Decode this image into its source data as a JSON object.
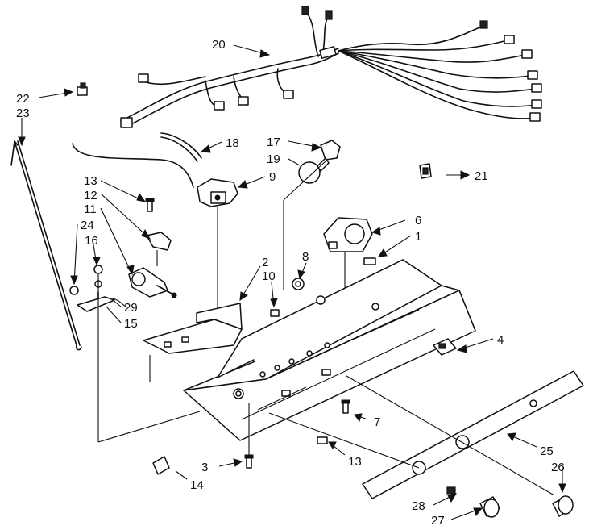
{
  "callouts": [
    {
      "id": "c1",
      "text": "1"
    },
    {
      "id": "c2",
      "text": "2"
    },
    {
      "id": "c3",
      "text": "3"
    },
    {
      "id": "c4",
      "text": "4"
    },
    {
      "id": "c5",
      "text": "6"
    },
    {
      "id": "c6",
      "text": "7"
    },
    {
      "id": "c7",
      "text": "8"
    },
    {
      "id": "c8",
      "text": "9"
    },
    {
      "id": "c9",
      "text": "10"
    },
    {
      "id": "c10",
      "text": "11"
    },
    {
      "id": "c11",
      "text": "12"
    },
    {
      "id": "c12",
      "text": "13"
    },
    {
      "id": "c13",
      "text": "13"
    },
    {
      "id": "c14",
      "text": "14"
    },
    {
      "id": "c15",
      "text": "15"
    },
    {
      "id": "c16",
      "text": "16"
    },
    {
      "id": "c17",
      "text": "17"
    },
    {
      "id": "c18",
      "text": "18"
    },
    {
      "id": "c19",
      "text": "19"
    },
    {
      "id": "c20",
      "text": "20"
    },
    {
      "id": "c21",
      "text": "21"
    },
    {
      "id": "c22",
      "text": "22"
    },
    {
      "id": "c23",
      "text": "23"
    },
    {
      "id": "c24",
      "text": "24"
    },
    {
      "id": "c25",
      "text": "25"
    },
    {
      "id": "c26",
      "text": "26"
    },
    {
      "id": "c27",
      "text": "27"
    },
    {
      "id": "c28",
      "text": "28"
    },
    {
      "id": "c29",
      "text": "29"
    }
  ]
}
